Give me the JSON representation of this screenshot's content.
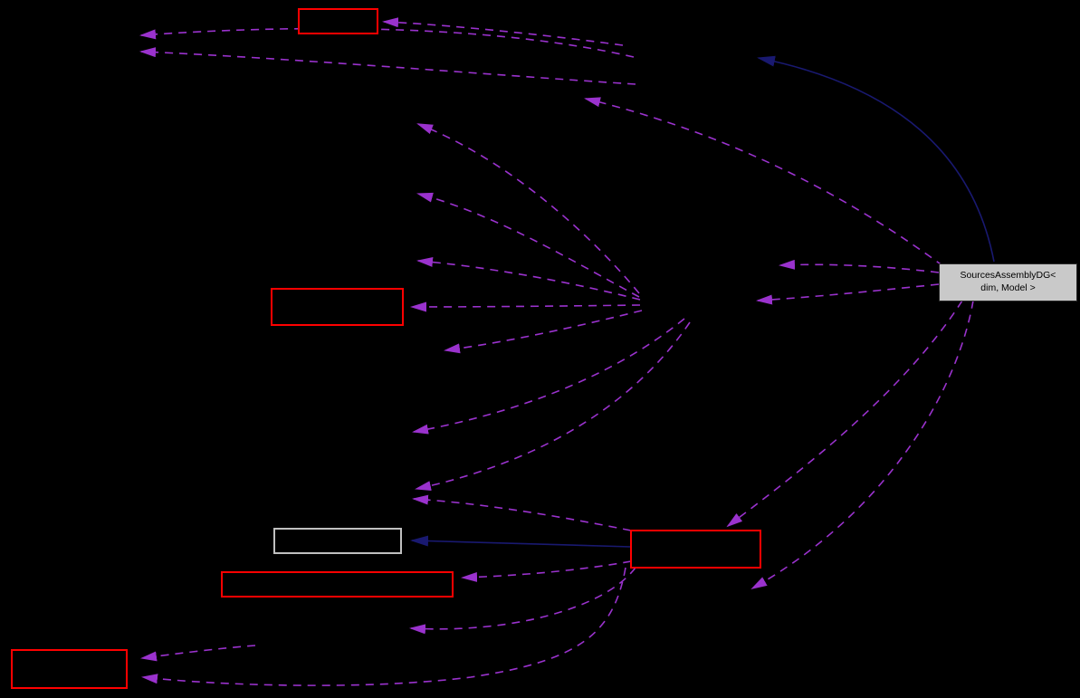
{
  "diagram": {
    "type": "collaboration-graph",
    "background_color": "#000000",
    "main_node": {
      "label_line1": "SourcesAssemblyDG<",
      "label_line2": "dim, Model >",
      "fill_color": "#c9c9c9",
      "text_color": "#000000"
    },
    "colors": {
      "dependency_edge": "#9a32cd",
      "inheritance_edge": "#191970",
      "highlighted_node_border": "#ff0000",
      "plain_node_border": "#c0c0c0"
    },
    "nodes": {
      "unlabeled_red_box_count": 5,
      "unlabeled_gray_box_count": 1
    }
  }
}
